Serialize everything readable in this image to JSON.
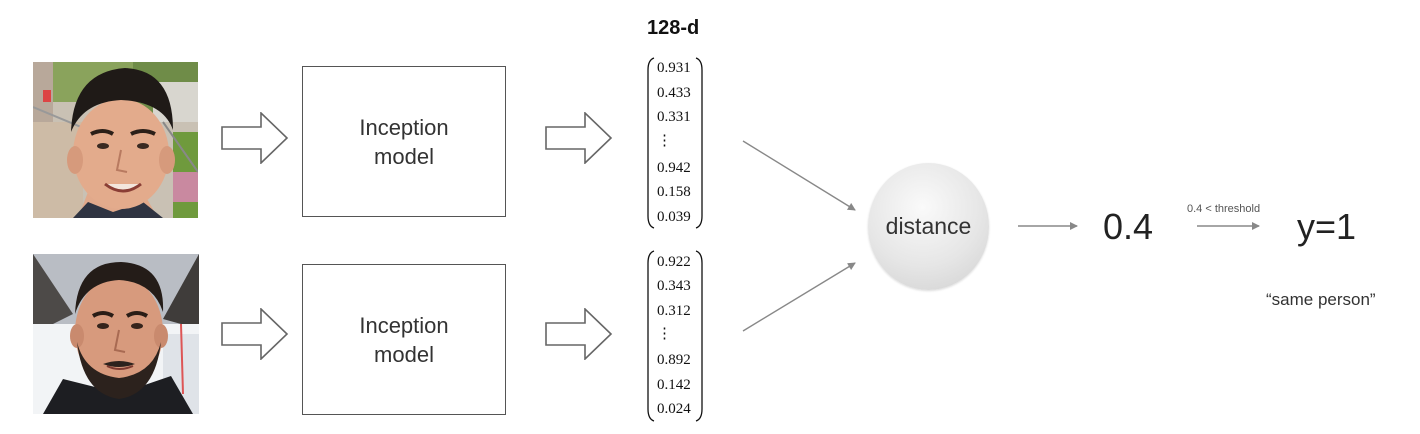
{
  "inputs": [
    {
      "icon": "face-photo-1"
    },
    {
      "icon": "face-photo-2"
    }
  ],
  "models": [
    {
      "line1": "Inception",
      "line2": "model"
    },
    {
      "line1": "Inception",
      "line2": "model"
    }
  ],
  "embedding_label": "128-d",
  "embeddings": [
    {
      "values": [
        "0.931",
        "0.433",
        "0.331",
        "⋮",
        "0.942",
        "0.158",
        "0.039"
      ]
    },
    {
      "values": [
        "0.922",
        "0.343",
        "0.312",
        "⋮",
        "0.892",
        "0.142",
        "0.024"
      ]
    }
  ],
  "distance_label": "distance",
  "distance_value": "0.4",
  "threshold_label": "0.4 < threshold",
  "prediction": "y=1",
  "verdict": "“same person”"
}
